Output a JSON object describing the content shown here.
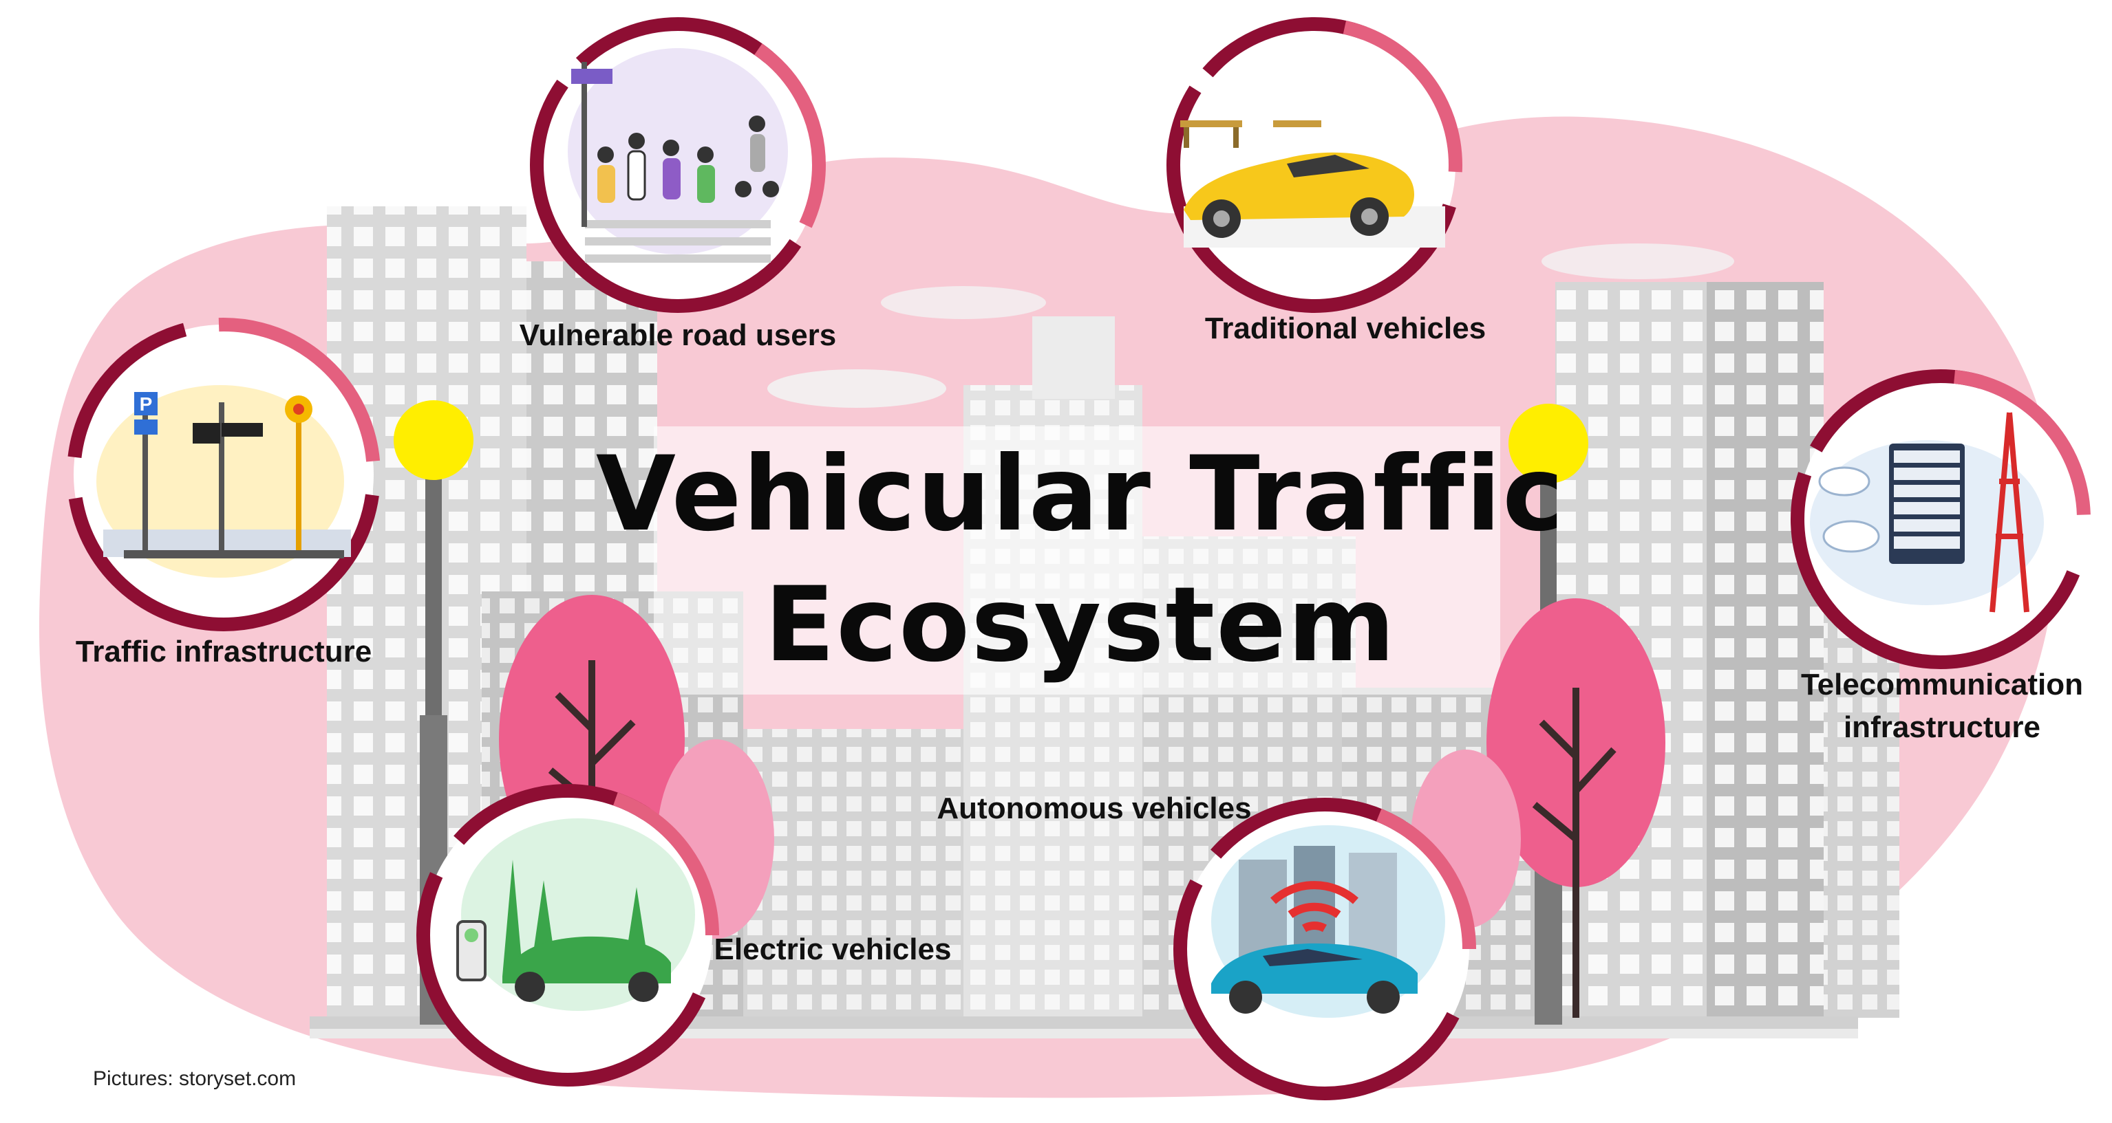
{
  "title": {
    "line1": "Vehicular Traffic",
    "line2": "Ecosystem"
  },
  "nodes": [
    {
      "id": "vulnerable-road-users",
      "label": "Vulnerable road users",
      "icon": "pedestrian-crossing-icon"
    },
    {
      "id": "traditional-vehicles",
      "label": "Traditional vehicles",
      "icon": "sports-car-icon"
    },
    {
      "id": "traffic-infrastructure",
      "label": "Traffic infrastructure",
      "icon": "traffic-light-sign-icon"
    },
    {
      "id": "telecommunication-infrastructure",
      "label_lines": [
        "Telecommunication",
        "infrastructure"
      ],
      "icon": "server-tower-icon"
    },
    {
      "id": "electric-vehicles",
      "label": "Electric vehicles",
      "icon": "charging-car-icon"
    },
    {
      "id": "autonomous-vehicles",
      "label": "Autonomous vehicles",
      "icon": "connected-car-icon"
    }
  ],
  "sign": {
    "parking": "P"
  },
  "credit": "Pictures: storyset.com",
  "colors": {
    "blob": "#f8c9d4",
    "ring_dark": "#8e0e33",
    "ring_light": "#e4607f",
    "building_light": "#dcdcdc",
    "building_mid": "#c9c9c9",
    "tree_pink": "#ee5f8d",
    "lamp_yellow": "#ffee00"
  }
}
